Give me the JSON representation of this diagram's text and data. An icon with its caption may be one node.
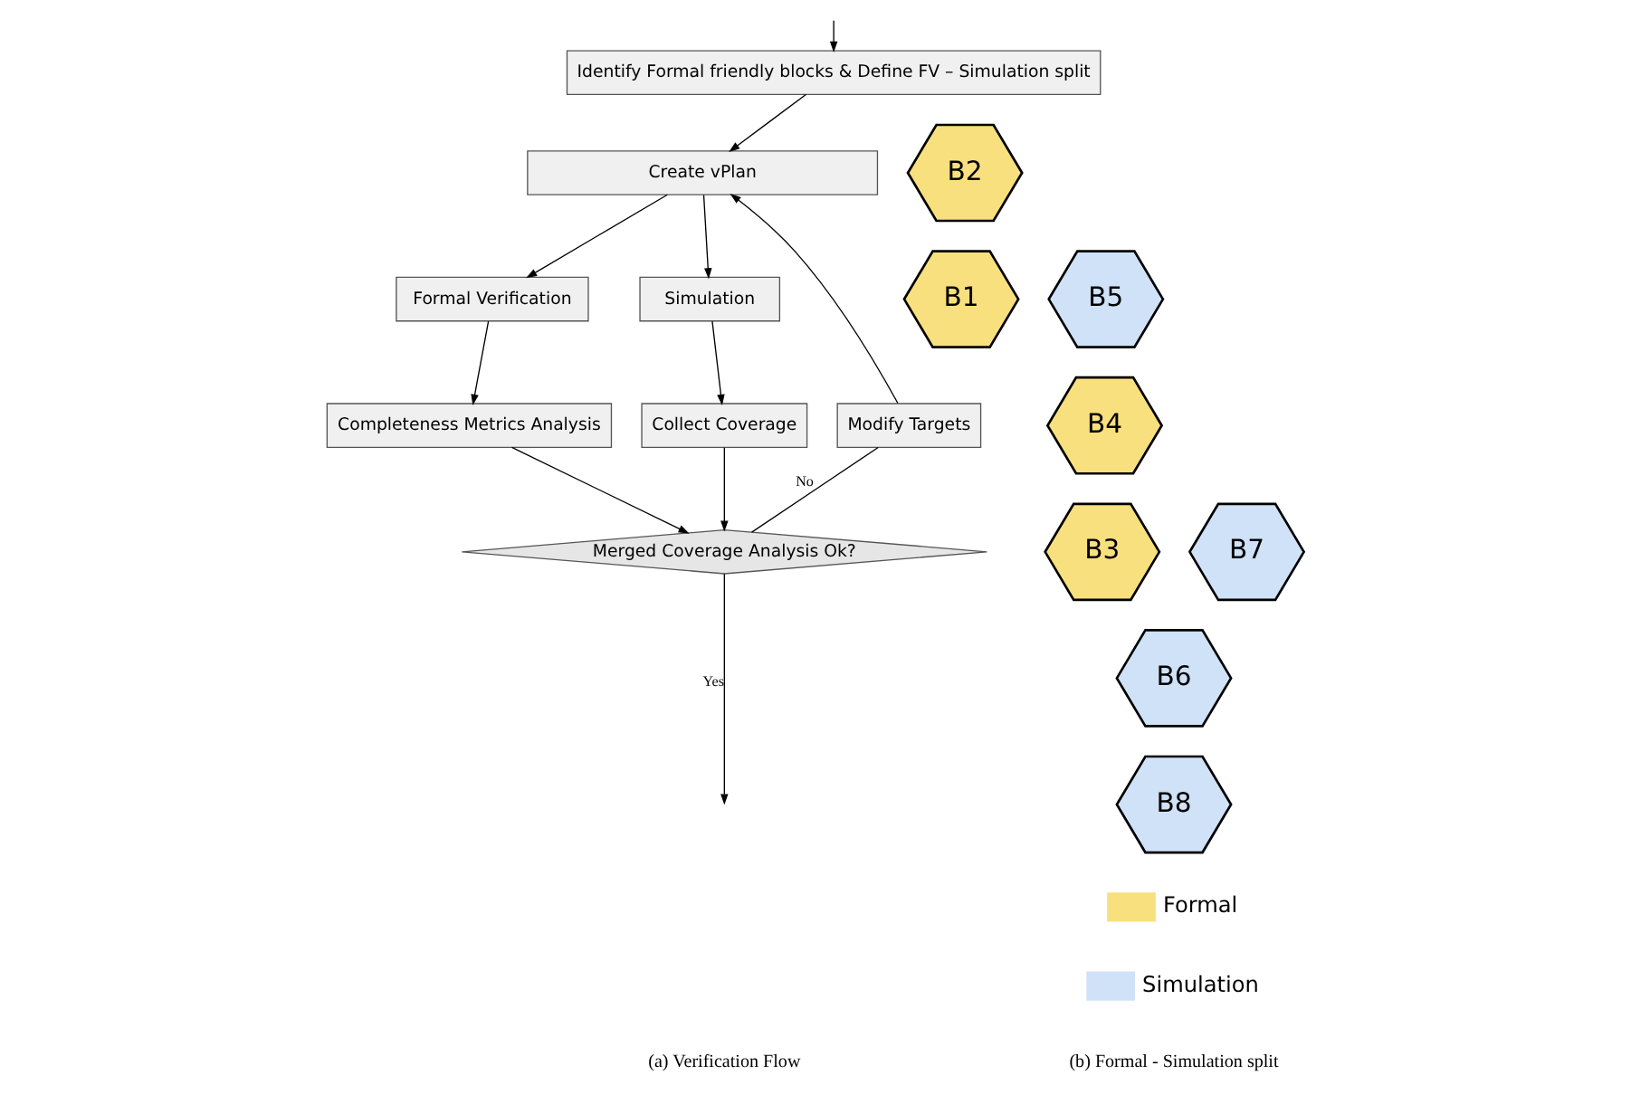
{
  "diagram": {
    "nodes": [
      {
        "text": [
          "Identify Formal friendly blocks & Define FV – Simulation split"
        ]
      },
      {
        "text": [
          "Create vPlan"
        ]
      },
      {
        "text": [
          "Formal Verification"
        ]
      },
      {
        "text": [
          "Simulation"
        ]
      },
      {
        "text": [
          "Completeness Metrics Analysis"
        ]
      },
      {
        "text": [
          "Collect Coverage"
        ]
      },
      {
        "text": [
          "Modify Targets"
        ]
      },
      {
        "text": [
          "Merged Coverage Analysis Ok?"
        ]
      },
      {
        "text": [
          "B2"
        ]
      },
      {
        "text": [
          "B1"
        ]
      },
      {
        "text": [
          "B5"
        ]
      },
      {
        "text": [
          "B4"
        ]
      },
      {
        "text": [
          "B3"
        ]
      },
      {
        "text": [
          "B7"
        ]
      },
      {
        "text": [
          "B6"
        ]
      },
      {
        "text": [
          "B8"
        ]
      }
    ],
    "edges": [
      {
        "from": null,
        "to": 0,
        "arrow": "to"
      },
      {
        "from": 0,
        "to": 1,
        "arrow": "to"
      },
      {
        "from": 1,
        "to": 2,
        "arrow": "to"
      },
      {
        "from": 1,
        "to": 3,
        "arrow": "to"
      },
      {
        "from": 2,
        "to": 4,
        "arrow": "to"
      },
      {
        "from": 3,
        "to": 5,
        "arrow": "to"
      },
      {
        "from": 4,
        "to": 7,
        "arrow": "to"
      },
      {
        "from": 5,
        "to": 7,
        "arrow": "to"
      },
      {
        "from": 7,
        "to": 6,
        "arrow": "none",
        "label": "No"
      },
      {
        "from": 6,
        "to": 1,
        "arrow": "to"
      },
      {
        "from": 7,
        "to": null,
        "arrow": "to",
        "label": "Yes"
      }
    ],
    "labels": [
      "(a) Verification Flow",
      "(b) Formal - Simulation split"
    ],
    "legend": [
      {
        "text": "Formal",
        "color": "#f9e07f"
      },
      {
        "text": "Simulation",
        "color": "#cfe2f7"
      }
    ]
  }
}
